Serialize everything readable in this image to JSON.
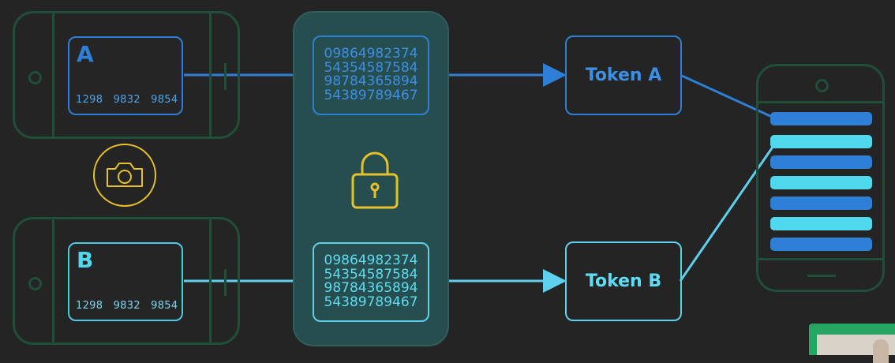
{
  "cards": {
    "a": {
      "letter": "A",
      "number": "1298   9832   9854"
    },
    "b": {
      "letter": "B",
      "number": "1298   9832   9854"
    }
  },
  "vault": {
    "numbers_a": [
      "09864982374",
      "54354587584",
      "98784365894",
      "54389789467"
    ],
    "numbers_b": [
      "09864982374",
      "54354587584",
      "98784365894",
      "54389789467"
    ]
  },
  "tokens": {
    "a": "Token A",
    "b": "Token B"
  },
  "colors": {
    "blue": "#2e7fd6",
    "cyan": "#5ed0ee",
    "yellow": "#e6c12a",
    "phone_outline": "#1f4f3a",
    "vault_fill": "#274e4e"
  },
  "icons": {
    "camera": "camera-icon",
    "lock": "padlock-icon"
  }
}
